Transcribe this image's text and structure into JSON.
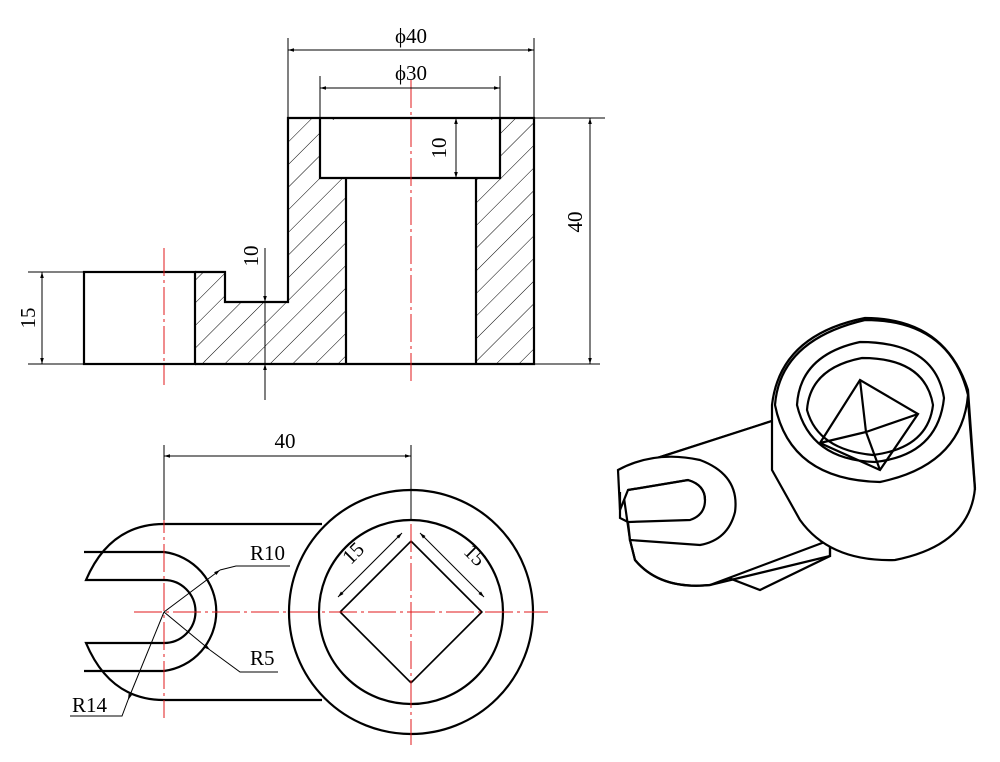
{
  "dimensions": {
    "front_view": {
      "outer_diameter": "ϕ40",
      "inner_diameter": "ϕ30",
      "counterbore_depth": "10",
      "boss_height": "40",
      "step_height": "10",
      "arm_height": "15"
    },
    "top_view": {
      "center_distance": "40",
      "radius_slot_outer": "R10",
      "radius_slot_inner": "R5",
      "radius_arm_end": "R14",
      "square_side_a": "15",
      "square_side_b": "15"
    }
  },
  "colors": {
    "outline": "#000000",
    "center_line": "#e0191b"
  }
}
